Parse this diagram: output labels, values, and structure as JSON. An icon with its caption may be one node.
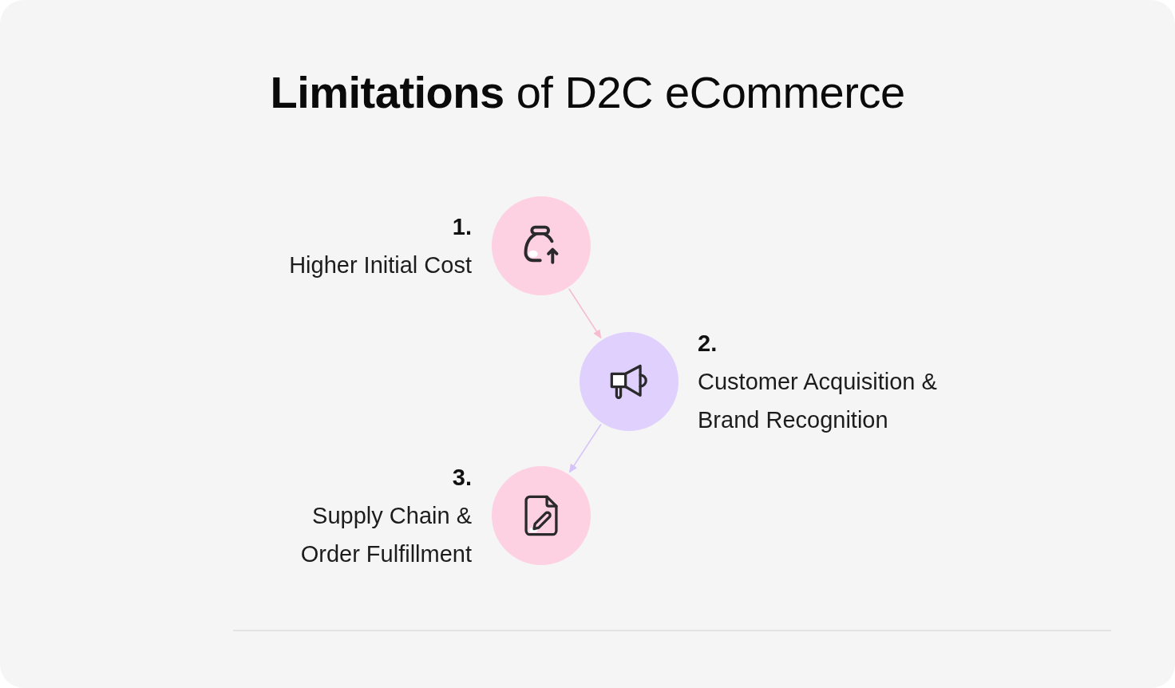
{
  "diagram": {
    "title": "**Limitations** of D2C eCommerce",
    "nodes": [
      {
        "text": [],
        "shape": "circle",
        "beside": [
          "1.",
          "Higher Initial Cost"
        ]
      },
      {
        "text": [],
        "shape": "circle",
        "beside": [
          "2.",
          "Customer Acquisition & Brand Recognition"
        ]
      },
      {
        "text": [],
        "shape": "circle",
        "beside": [
          "3.",
          "Supply Chain & Order Fulfillment"
        ]
      }
    ],
    "edges": [
      {
        "from": 0,
        "to": 1,
        "arrow": "to",
        "color": "#f7bcd2"
      },
      {
        "from": 1,
        "to": 2,
        "arrow": "to",
        "color": "#d6c4f8"
      }
    ]
  }
}
